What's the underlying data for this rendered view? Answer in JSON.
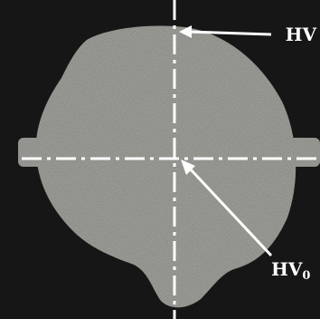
{
  "labels": {
    "hv": "HV",
    "hv0_main": "HV",
    "hv0_sub": "0"
  },
  "colors": {
    "background": "#161616",
    "specimen": "#8a8a84",
    "lines": "#ffffff",
    "text": "#ffffff"
  }
}
